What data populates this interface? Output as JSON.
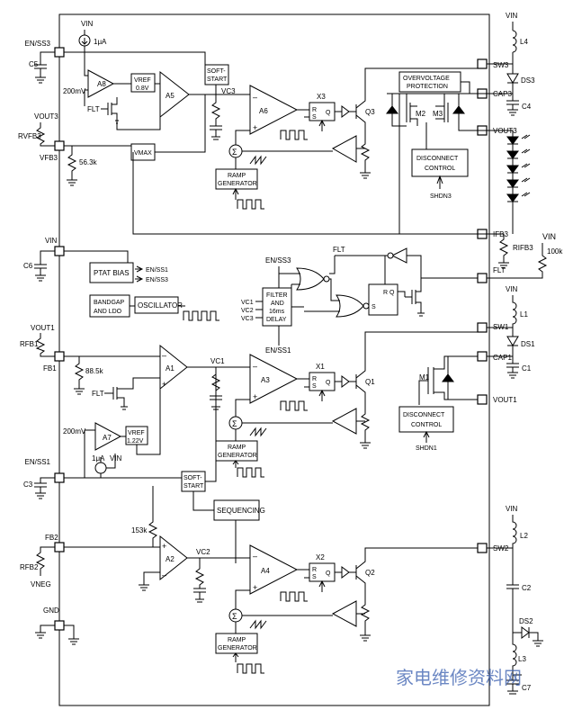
{
  "pins": {
    "en_ss3": "EN/SS3",
    "c5": "C5",
    "vout3": "VOUT3",
    "rvfb3": "RVFB3",
    "vfb3": "VFB3",
    "vin": "VIN",
    "c6": "C6",
    "vout1": "VOUT1",
    "rfb1": "RFB1",
    "fb1": "FB1",
    "en_ss1": "EN/SS1",
    "c3": "C3",
    "fb2": "FB2",
    "rfb2": "RFB2",
    "vneg": "VNEG",
    "gnd": "GND",
    "sw3": "SW3",
    "cap3": "CAP3",
    "vout3_r": "VOUT3",
    "ifb3": "IFB3",
    "rifb3": "RIFB3",
    "flt": "FLT",
    "sw1": "SW1",
    "cap1": "CAP1",
    "vout1_r": "VOUT1",
    "sw2": "SW2"
  },
  "blocks": {
    "a8": "A8",
    "a5": "A5",
    "a6": "A6",
    "a1": "A1",
    "a3": "A3",
    "a7": "A7",
    "a2": "A2",
    "a4": "A4",
    "vref08": [
      "VREF",
      "0.8V"
    ],
    "vref122": [
      "VREF",
      "1.22V"
    ],
    "soft_start": [
      "SOFT-",
      "START"
    ],
    "vmax": "VMAX",
    "ramp_gen": [
      "RAMP",
      "GENERATOR"
    ],
    "ovp": [
      "OVERVOLTAGE",
      "PROTECTION"
    ],
    "disconnect": [
      "DISCONNECT",
      "CONTROL"
    ],
    "ptat": "PTAT BIAS",
    "bandgap": [
      "BANDGAP",
      "AND LDO"
    ],
    "oscillator": "OSCILLATOR",
    "filter": [
      "FILTER",
      "AND",
      "16ms",
      "DELAY"
    ],
    "sequencing": "SEQUENCING",
    "shdn3": "SHDN3",
    "shdn1": "SHDN1"
  },
  "labels": {
    "vin": "VIN",
    "ua1": "1μA",
    "mv200": "200mV",
    "flt": "FLT",
    "vc3": "VC3",
    "vc1": "VC1",
    "vc2": "VC2",
    "r563k": "56.3k",
    "r885k": "88.5k",
    "r153k": "153k",
    "r100k": "100k",
    "x1": "X1",
    "x2": "X2",
    "x3": "X3",
    "r": "R",
    "s": "S",
    "q": "Q",
    "q1": "Q1",
    "q2": "Q2",
    "q3": "Q3",
    "m1": "M1",
    "m2": "M2",
    "m3": "M3",
    "en_ss1": "EN/SS1",
    "en_ss3": "EN/SS3",
    "vc1_in": "VC1",
    "vc2_in": "VC2",
    "vc3_in": "VC3",
    "sigma": "Σ",
    "plus": "+",
    "minus": "–",
    "l1": "L1",
    "l2": "L2",
    "l3": "L3",
    "l4": "L4",
    "c1": "C1",
    "c2": "C2",
    "c4": "C4",
    "c7": "C7",
    "ds1": "DS1",
    "ds2": "DS2",
    "ds3": "DS3"
  },
  "watermark": "家电维修资料网"
}
